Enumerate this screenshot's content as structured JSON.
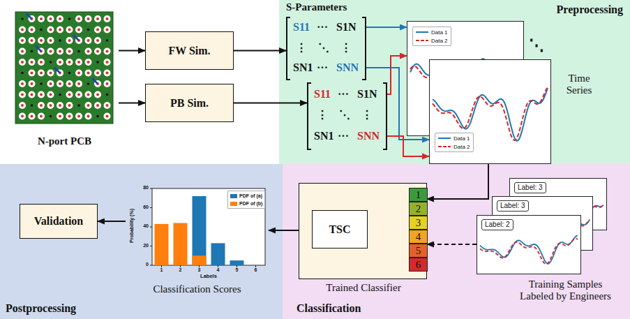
{
  "diagram": {
    "nodes": [
      {
        "text": [
          "Preprocessing"
        ]
      },
      {
        "text": [
          "N-port PCB"
        ]
      },
      {
        "text": [
          "FW Sim."
        ]
      },
      {
        "text": [
          "PB Sim."
        ]
      },
      {
        "text": [
          "S-Parameters",
          "S11",
          "···",
          "S1N",
          "⋮",
          "⋱",
          "⋮",
          "SN1",
          "···",
          "SNN"
        ],
        "in": 0
      },
      {
        "text": [
          "S11",
          "···",
          "S1N",
          "⋮",
          "⋱",
          "⋮",
          "SN1",
          "···",
          "SNN"
        ],
        "in": 0
      },
      {
        "text": [
          "Data 1",
          "Data 2"
        ],
        "in": 0
      },
      {
        "text": [
          "Data 1",
          "Data 2"
        ],
        "in": 0
      },
      {
        "text": [
          "Postprocessing"
        ]
      },
      {
        "text": [
          "Validation"
        ],
        "in": 8
      },
      {
        "text": [
          "Classification Scores"
        ],
        "in": 8
      },
      {
        "text": [
          "Classification"
        ]
      },
      {
        "text": [
          "Trained Classifier"
        ],
        "in": 11
      },
      {
        "text": [
          "TSC"
        ],
        "in": 12
      },
      {
        "text": [
          "1"
        ],
        "in": 12
      },
      {
        "text": [
          "2"
        ],
        "in": 12
      },
      {
        "text": [
          "3"
        ],
        "in": 12
      },
      {
        "text": [
          "4"
        ],
        "in": 12
      },
      {
        "text": [
          "5"
        ],
        "in": 12
      },
      {
        "text": [
          "6"
        ],
        "in": 12
      },
      {
        "text": [
          "Label: 3"
        ],
        "in": 11
      },
      {
        "text": [
          "Label: 3"
        ],
        "in": 11
      },
      {
        "text": [
          "Label: 2"
        ],
        "in": 11
      }
    ],
    "edges": [
      {
        "from": 1,
        "to": 2,
        "arrow": "to"
      },
      {
        "from": 1,
        "to": 3,
        "arrow": "to"
      },
      {
        "from": 2,
        "to": 4,
        "arrow": "to"
      },
      {
        "from": 3,
        "to": 5,
        "arrow": "to"
      },
      {
        "from": 4,
        "to": 6,
        "arrow": "to"
      },
      {
        "from": 5,
        "to": 6,
        "arrow": "to"
      },
      {
        "from": 4,
        "to": 7,
        "arrow": "to"
      },
      {
        "from": 5,
        "to": 7,
        "arrow": "to"
      },
      {
        "from": 7,
        "to": 12,
        "arrow": "to"
      },
      {
        "from": 22,
        "to": 12,
        "arrow": "to"
      },
      {
        "from": 12,
        "to": 10,
        "arrow": "to"
      },
      {
        "from": 10,
        "to": 9,
        "arrow": "to"
      },
      {
        "from": 13,
        "to": 14,
        "arrow": "to"
      },
      {
        "from": 13,
        "to": 15,
        "arrow": "to"
      },
      {
        "from": 13,
        "to": 16,
        "arrow": "to"
      },
      {
        "from": 13,
        "to": 17,
        "arrow": "to"
      },
      {
        "from": 13,
        "to": 18,
        "arrow": "to"
      },
      {
        "from": 13,
        "to": 19,
        "arrow": "to"
      }
    ],
    "labels": [
      "⋱",
      "Time Series",
      "Training Samples Labeled by Engineers",
      "80",
      "60",
      "40",
      "20",
      "0",
      "Probability (%)",
      "1",
      "2",
      "3",
      "4",
      "5",
      "6",
      "Labels"
    ],
    "legend": [
      {
        "text": "PDF of (a)",
        "color": "#1f77b4"
      },
      {
        "text": "PDF of (b)",
        "color": "#ff7f0e"
      }
    ]
  }
}
